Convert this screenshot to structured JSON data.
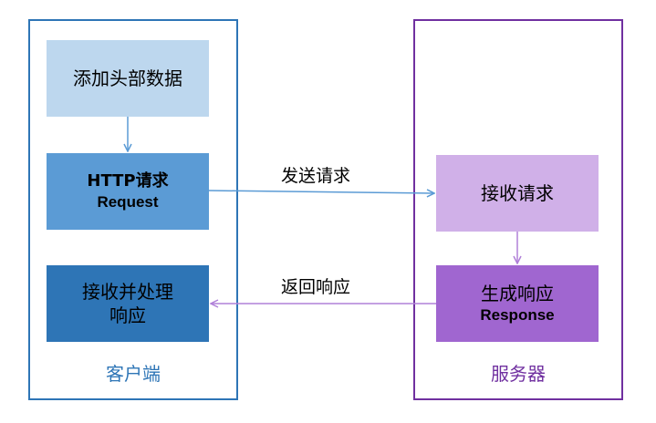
{
  "client": {
    "label": "客户端",
    "add_header": "添加头部数据",
    "http_request_line1": "HTTP请求",
    "http_request_line2": "Request",
    "handle_line1": "接收并处理",
    "handle_line2": "响应"
  },
  "server": {
    "label": "服务器",
    "receive_request": "接收请求",
    "generate_line1": "生成响应",
    "generate_line2": "Response"
  },
  "flows": {
    "send_request": "发送请求",
    "return_response": "返回响应"
  },
  "colors": {
    "client_border": "#2e75b6",
    "server_border": "#7030a0",
    "client_arrow": "#5b9bd5",
    "server_arrow": "#a066d0"
  }
}
